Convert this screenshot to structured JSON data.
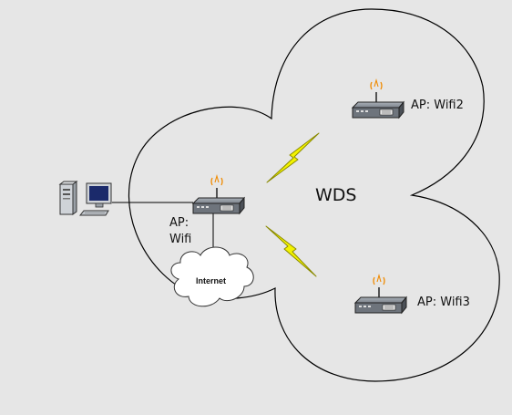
{
  "diagram": {
    "cloud_label": "WDS",
    "internet_label": "Internet",
    "ap_main": {
      "line1": "AP:",
      "line2": "Wifi"
    },
    "ap_2": {
      "label": "AP: Wifi2"
    },
    "ap_3": {
      "label": "AP: Wifi3"
    }
  },
  "colors": {
    "background": "#e6e6e6",
    "outline": "#000000",
    "lightning_fill": "#f3f300",
    "lightning_stroke": "#8a8a00",
    "antenna_waves": "#f08a00",
    "device_body": "#6e747c",
    "internet_cloud": "#ffffff"
  },
  "icons": [
    "computer-icon",
    "router-icon",
    "lightning-icon",
    "cloud-icon"
  ]
}
